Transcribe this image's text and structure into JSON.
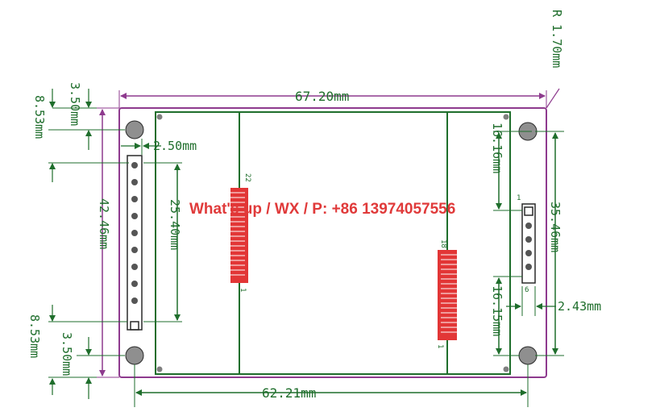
{
  "diagram": {
    "dimensions": {
      "width_total": "67.20mm",
      "corner_radius": "R 1.70mm",
      "height_left": "42.46mm",
      "left_top_offset": "8.53mm",
      "left_bottom_offset": "8.53mm",
      "left_top_hole": "3.50mm",
      "left_bottom_hole": "3.50mm",
      "left_pin_offset": "2.50mm",
      "left_pin_span": "25.40mm",
      "right_top_offset": "16.16mm",
      "right_bottom_offset": "16.15mm",
      "right_span": "35.46mm",
      "right_pin_offset": "2.43mm",
      "bottom_width": "62.21mm"
    },
    "connector_labels": {
      "left_top": "22",
      "left_bottom": "1",
      "right_top": "18",
      "right_bottom": "1",
      "header_right_top": "1",
      "header_right_bottom": "6"
    },
    "watermark": "What's up / WX / P: +86 13974057556",
    "colors": {
      "board_outline": "#8e3a8e",
      "dimension": "#1f6e2c",
      "fpc_pads": "#e23636",
      "mount_hole": "#8f8f8f"
    }
  }
}
